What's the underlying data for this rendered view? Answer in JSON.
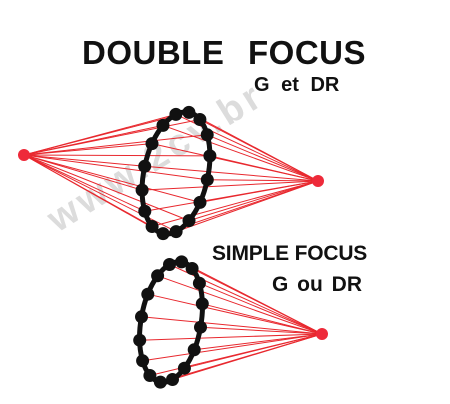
{
  "double_focus": {
    "title": "DOUBLE  FOCUS",
    "subtitle": "G  et  DR"
  },
  "simple_focus": {
    "title": "SIMPLE FOCUS",
    "subtitle": "G  ou DR"
  },
  "watermark": "www.2cv.br",
  "colors": {
    "ray": "#e8282e",
    "focus_point": "#ee2a3a",
    "coil_ring": "#111111",
    "text": "#111111",
    "background": "#ffffff",
    "watermark": "#dcdcdc"
  }
}
